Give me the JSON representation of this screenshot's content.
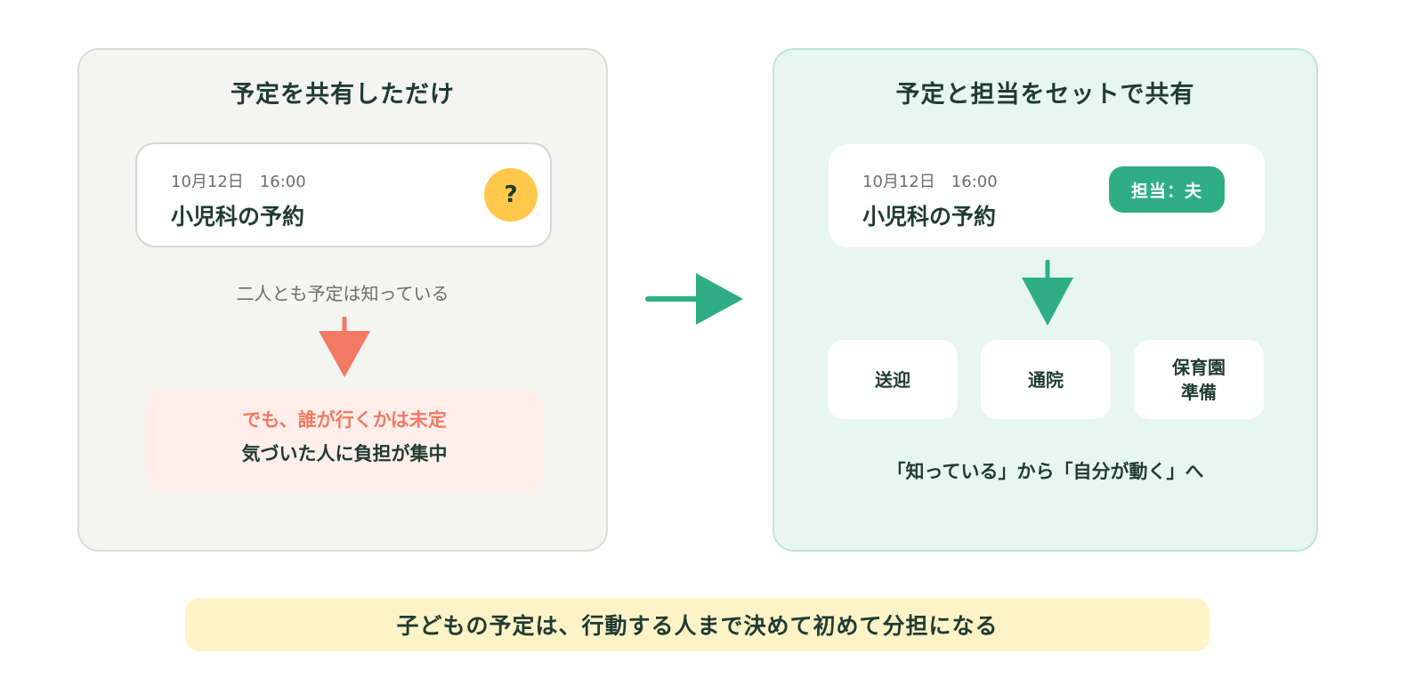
{
  "left_panel": {
    "title": "予定を共有しただけ",
    "event": {
      "date": "10月12日　16:00",
      "title": "小児科の予約",
      "badge": "?"
    },
    "caption": "二人とも予定は知っている",
    "outcome": {
      "line1": "でも、誰が行くかは未定",
      "line2": "気づいた人に負担が集中"
    }
  },
  "right_panel": {
    "title": "予定と担当をセットで共有",
    "event": {
      "date": "10月12日　16:00",
      "title": "小児科の予約",
      "badge": "担当：夫"
    },
    "tasks": [
      "送迎",
      "通院",
      "保育園\n準備"
    ],
    "caption": "「知っている」から「自分が動く」へ"
  },
  "banner": "子どもの予定は、行動する人まで決めて初めて分担になる",
  "colors": {
    "green": "#2fae85",
    "coral": "#f27a63",
    "yellow": "#ffc84a",
    "dark_text": "#1f3b33"
  }
}
